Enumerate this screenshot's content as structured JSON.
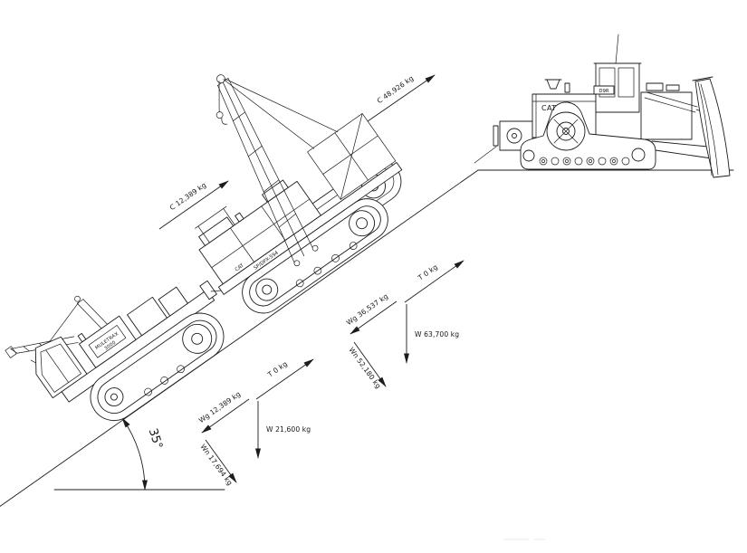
{
  "scene": {
    "background": "#ffffff",
    "line_color": "#1c1c1c",
    "slope": {
      "angle_label": "35°"
    },
    "machines": {
      "dozer": {
        "brand": "CAT",
        "model": "D9R"
      },
      "pipelayer": {
        "brand": "CAT",
        "model": "SP/DPX-594"
      },
      "carrier": {
        "name": "MULETRAX",
        "model": "3000"
      }
    },
    "cables": {
      "upper": "C 48,926 kg",
      "lower": "C 12,389 kg"
    },
    "forces": {
      "pipelayer": {
        "t": "T 0 kg",
        "w": "W 63,700 kg",
        "wg": "Wg 36,537 kg",
        "wn": "Wn 52,180 kg"
      },
      "carrier": {
        "t": "T 0 kg",
        "w": "W 21,600 kg",
        "wg": "Wg 12,389 kg",
        "wn": "Wn 17,694 kg"
      }
    }
  }
}
